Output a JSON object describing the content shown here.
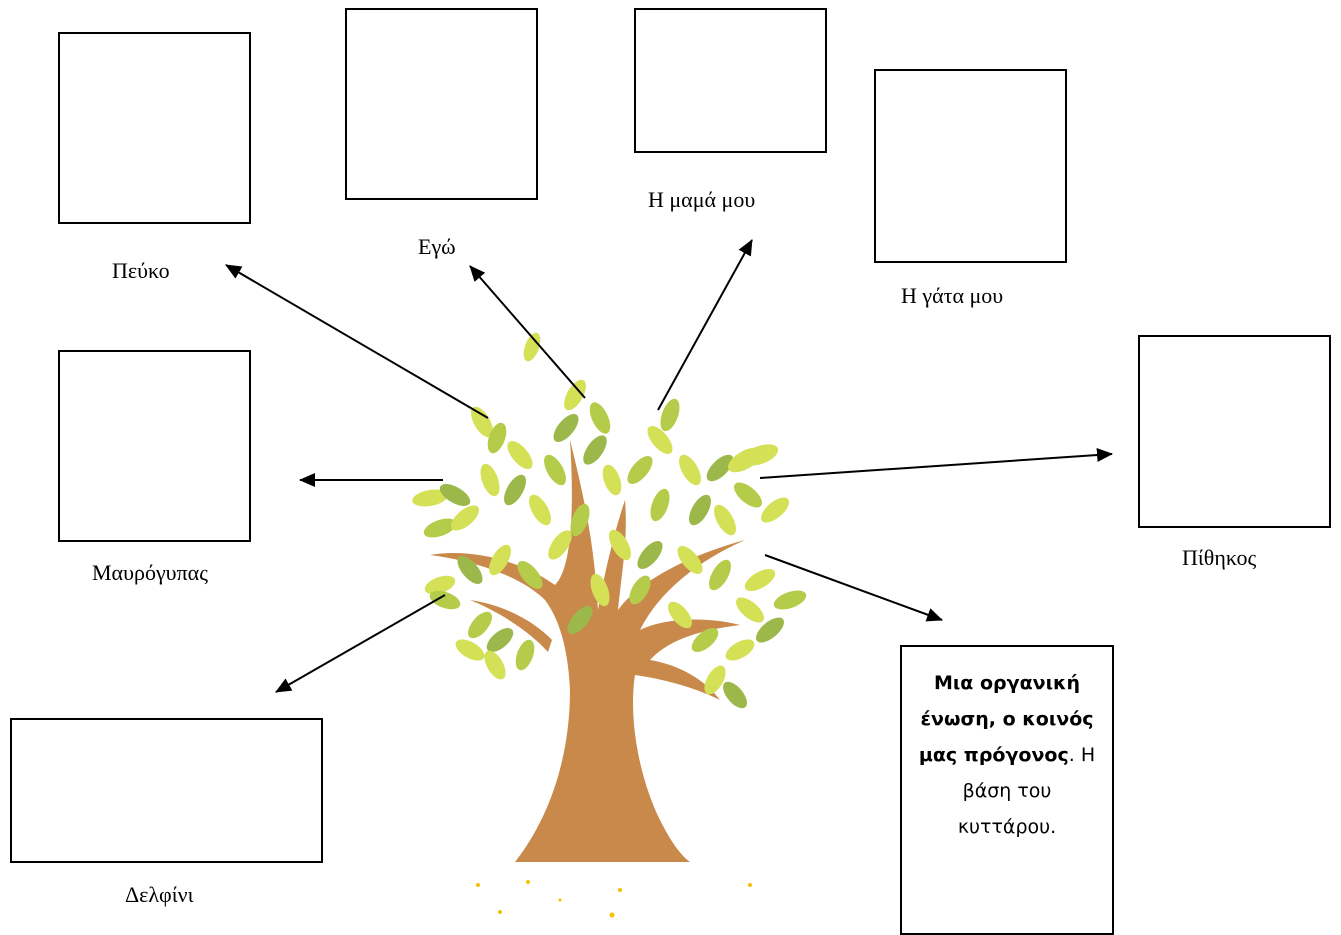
{
  "labels": {
    "pine": "Πεύκο",
    "me": "Εγώ",
    "mom": "Η μαμά μου",
    "cat": "Η γάτα μου",
    "vulture": "Μαυρόγυπας",
    "monkey": "Πίθηκος",
    "dolphin": "Δελφίνι"
  },
  "note": {
    "bold_text": "Μια οργανική ένωση, ο κοινός μας πρόγονος",
    "period": ".",
    "plain_text": " Η βάση του κυττάρου."
  },
  "colors": {
    "trunk": "#c8894a",
    "leaf_light": "#d4e157",
    "leaf_mid": "#b5cc4a",
    "leaf_dark": "#9cb84a",
    "seed": "#f2c200"
  }
}
